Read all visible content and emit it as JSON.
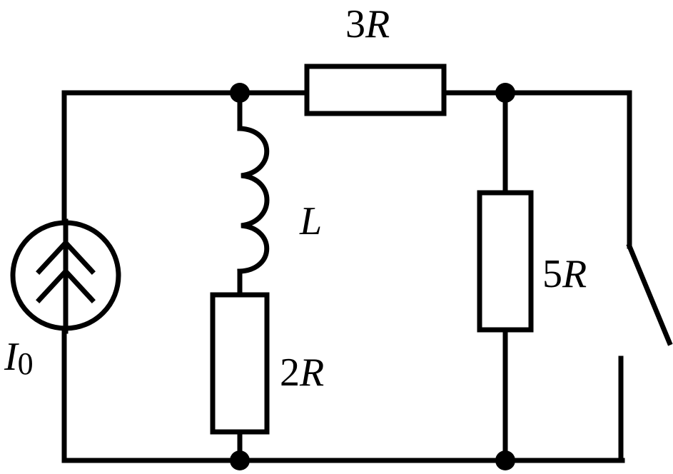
{
  "labels": {
    "resistor_top": {
      "coef": "3",
      "sym": "R"
    },
    "inductor": {
      "sym": "L"
    },
    "resistor_mid": {
      "coef": "2",
      "sym": "R"
    },
    "resistor_right": {
      "coef": "5",
      "sym": "R"
    },
    "source": {
      "sym": "I",
      "sub": "0"
    }
  },
  "colors": {
    "line": "#000000",
    "background": "#ffffff"
  },
  "icons": {
    "source": "current-source-icon",
    "switch": "open-switch-icon"
  }
}
